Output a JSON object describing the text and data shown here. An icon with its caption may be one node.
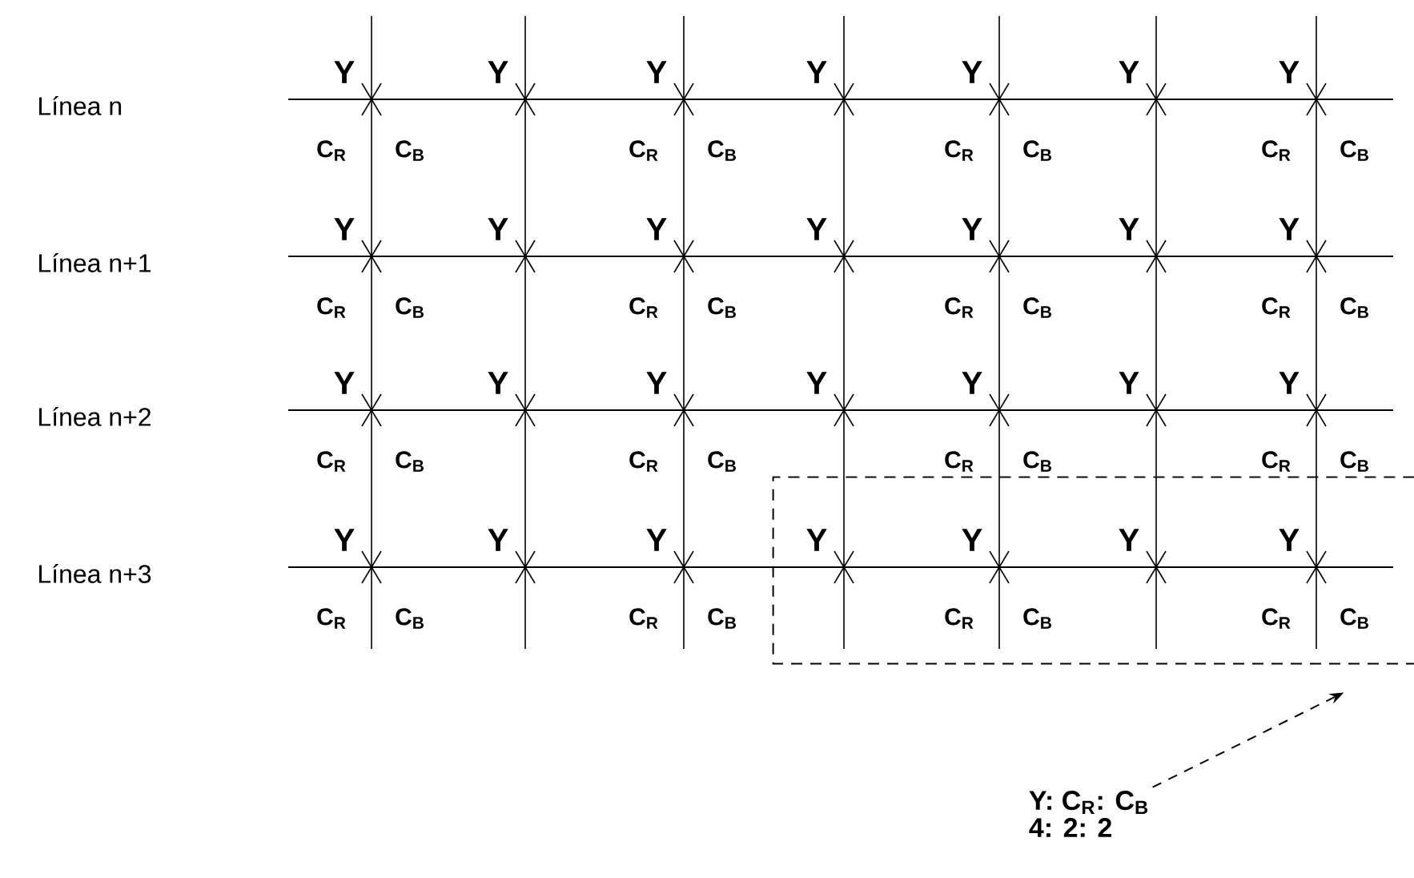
{
  "diagram": {
    "nodes": [
      {
        "text": [],
        "shape": "box"
      },
      {
        "text": [
          "Y: C$_{R}$: C$_{B}$",
          "4: 2: 2"
        ]
      }
    ],
    "edges": [
      {
        "from": 1,
        "to": 0,
        "arrow": "to",
        "style": "dashed"
      }
    ],
    "labels": [
      "Y",
      "Y",
      "Y",
      "Y",
      "Y",
      "Y",
      "Y",
      "Línea n",
      "C$_{R}$",
      "C$_{B}$",
      "C$_{R}$",
      "C$_{B}$",
      "C$_{R}$",
      "C$_{B}$",
      "C$_{R}$",
      "C$_{B}$",
      "Y",
      "Y",
      "Y",
      "Y",
      "Y",
      "Y",
      "Y",
      "Línea n+1",
      "C$_{R}$",
      "C$_{B}$",
      "C$_{R}$",
      "C$_{B}$",
      "C$_{R}$",
      "C$_{B}$",
      "C$_{R}$",
      "C$_{B}$",
      "Y",
      "Y",
      "Y",
      "Y",
      "Y",
      "Y",
      "Y",
      "Línea n+2",
      "C$_{R}$",
      "C$_{B}$",
      "C$_{R}$",
      "C$_{B}$",
      "C$_{R}$",
      "C$_{B}$",
      "C$_{R}$",
      "C$_{B}$",
      "Y",
      "Y",
      "Y",
      "Y",
      "Y",
      "Y",
      "Y",
      "Línea n+3",
      "C$_{R}$",
      "C$_{B}$",
      "C$_{R}$",
      "C$_{B}$",
      "C$_{R}$",
      "C$_{B}$",
      "C$_{R}$",
      "C$_{B}$"
    ]
  }
}
